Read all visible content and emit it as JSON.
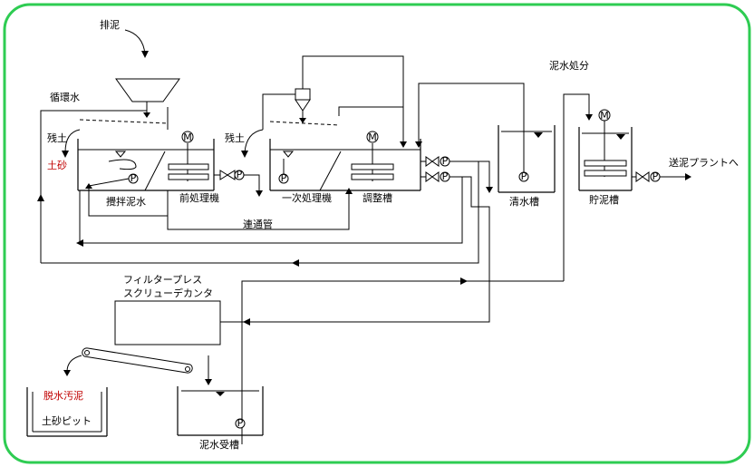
{
  "colors": {
    "frame": "#2ecc52",
    "line": "#000000",
    "red_label": "#c00000"
  },
  "labels": {
    "sludge_discharge": "排泥",
    "circulating_water": "循環水",
    "residual_soil_left": "残土",
    "soil_sand": "土砂",
    "residual_soil_mid": "残土",
    "stirring_mud": "攪拌泥水",
    "pretreatment": "前処理機",
    "connecting_pipe": "連通管",
    "primary_treatment": "一次処理機",
    "adjustment_tank": "調整槽",
    "clear_water_tank": "清水槽",
    "mud_disposal": "泥水処分",
    "storage_tank": "貯泥槽",
    "to_plant": "送泥プラントへ",
    "filter_press": "フィルタープレス",
    "screw_decanter": "スクリューデカンタ",
    "dewatered_sludge": "脱水汚泥",
    "soil_pit": "土砂ピット",
    "mud_receiving_tank": "泥水受槽"
  },
  "symbols": {
    "pump": "P",
    "motor": "M"
  },
  "icons": [
    "hopper-icon",
    "motor-icon",
    "pump-icon",
    "valve-icon",
    "cyclone-icon",
    "conveyor-icon"
  ]
}
